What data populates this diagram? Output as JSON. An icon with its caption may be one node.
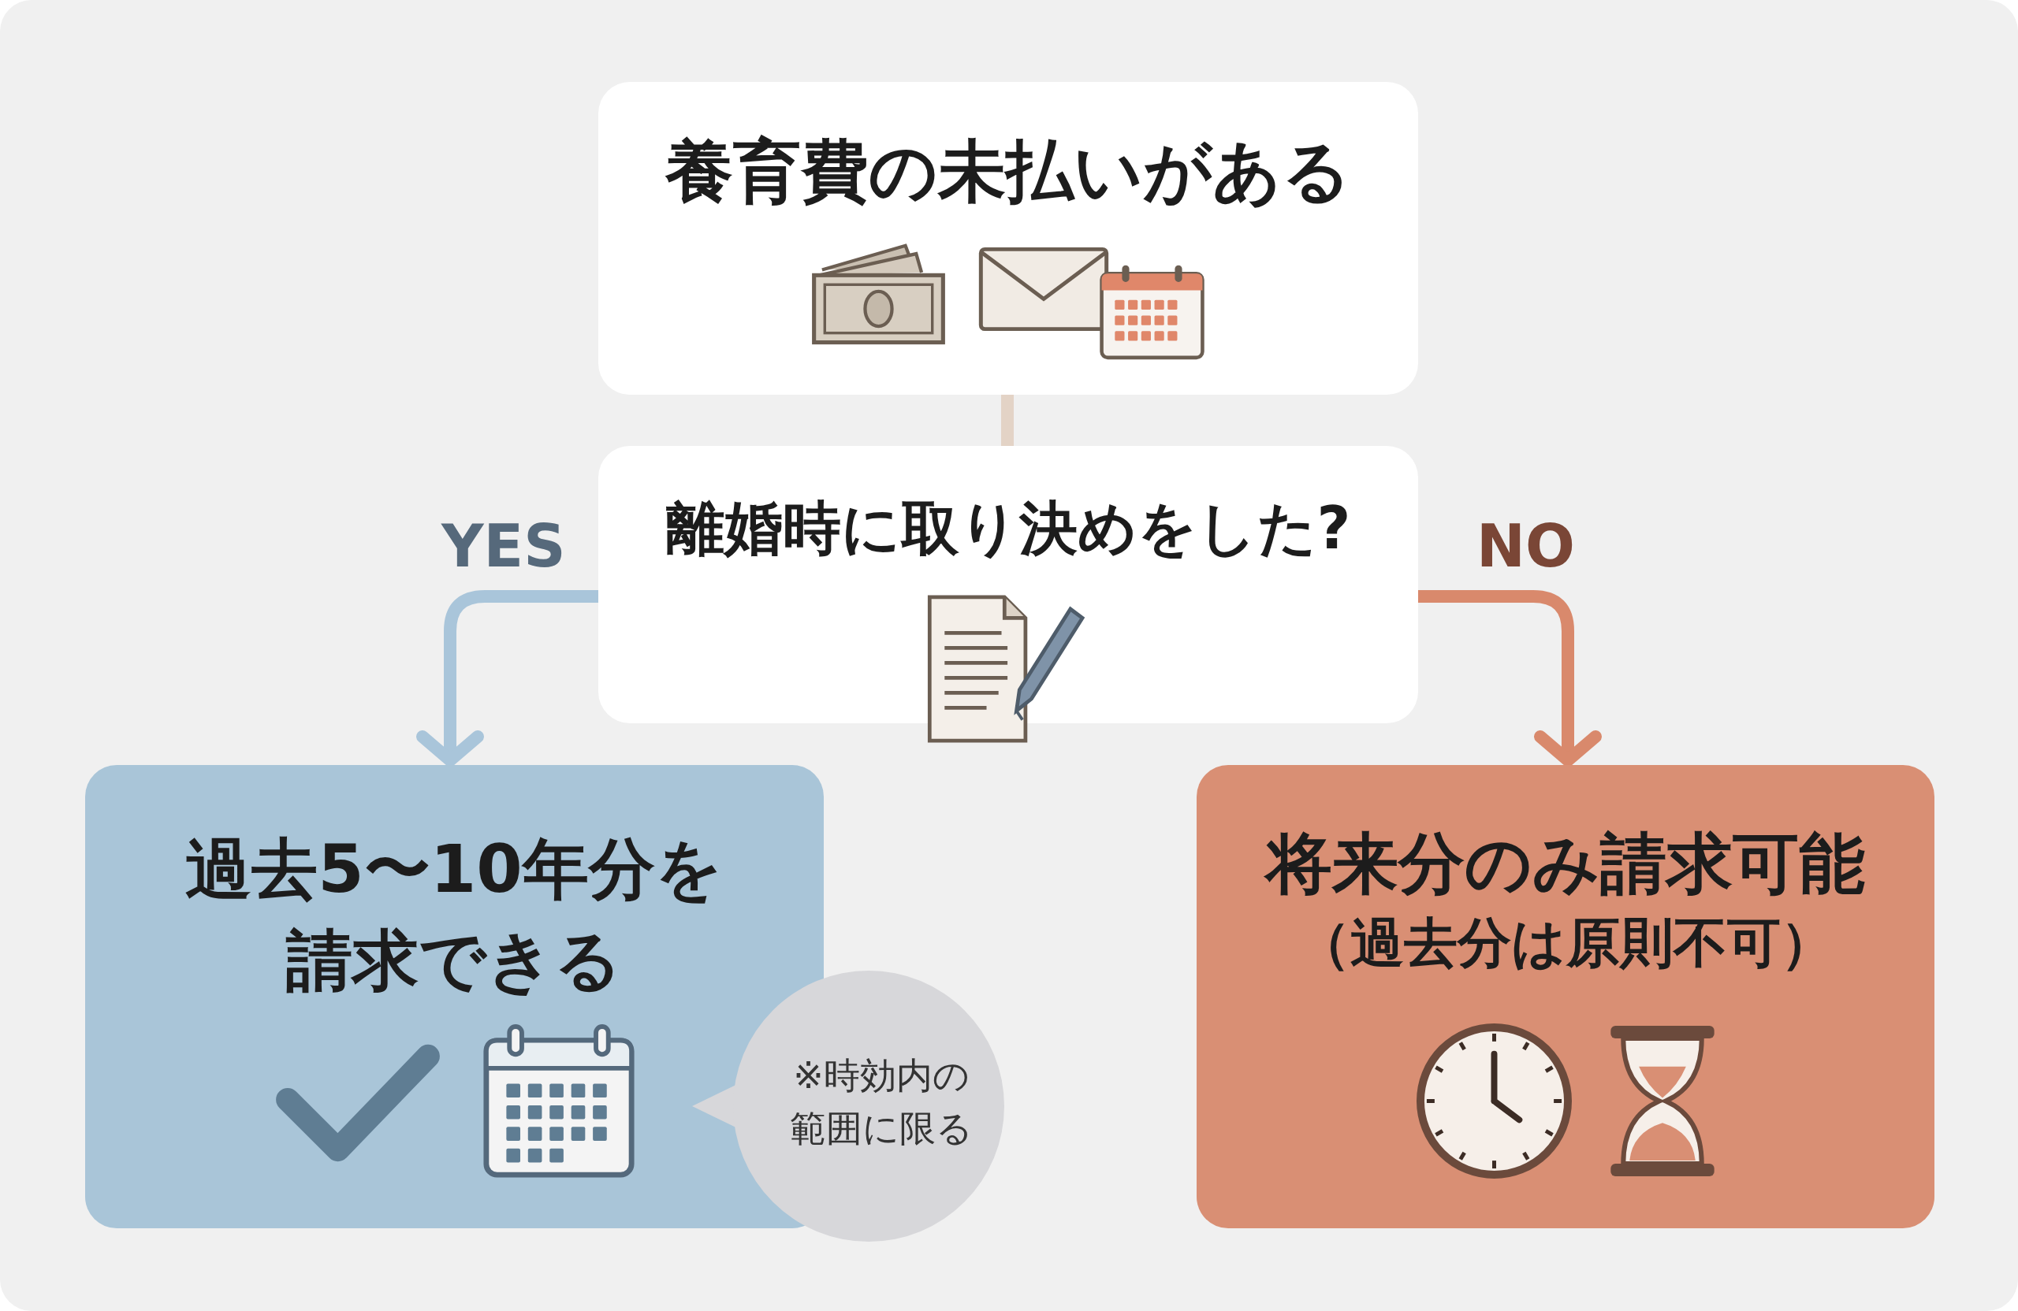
{
  "diagram": {
    "nodes": [
      {
        "text": [
          "養育費の未払いがある"
        ]
      },
      {
        "text": [
          "離婚時に取り決めをした?"
        ]
      },
      {
        "text": [
          "過去5〜10年分を請求できる"
        ]
      },
      {
        "text": [
          "※時効内の範囲に限る"
        ]
      },
      {
        "text": [
          "将来分のみ請求可能",
          "（過去分は原則不可）"
        ]
      }
    ],
    "edges": [
      {
        "from": 0,
        "to": 1,
        "arrow": "none",
        "color": "#e3d3c6"
      },
      {
        "from": 1,
        "to": 2,
        "arrow": "to",
        "label": "YES",
        "color": "#a9c5da"
      },
      {
        "from": 1,
        "to": 4,
        "arrow": "to",
        "label": "NO",
        "color": "#d9896c"
      }
    ]
  }
}
